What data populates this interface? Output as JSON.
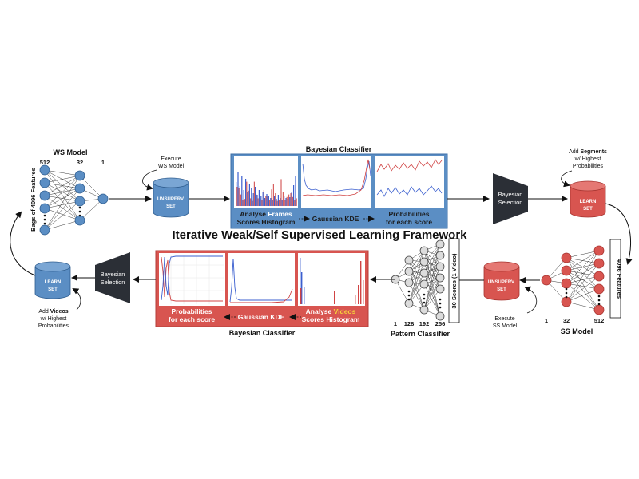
{
  "title": "Iterative Weak/Self Supervised Learning Framework",
  "ws_model": {
    "title": "WS Model",
    "layer_sizes": [
      "512",
      "32",
      "1"
    ],
    "side_label": "Bags of 4096 Features"
  },
  "execute_ws": {
    "line1": "Execute",
    "line2": "WS Model"
  },
  "unsup_top": {
    "line1": "UNSUPERV.",
    "line2": "SET"
  },
  "bayes_top": {
    "title": "Bayesian Classifier",
    "step1_pre": "Analyse ",
    "step1_hl": "Frames",
    "step1_line2": "Scores Histogram",
    "step2": "Gaussian KDE",
    "step3_line1": "Probabilities",
    "step3_line2": "for each score"
  },
  "selection_top": {
    "line1": "Bayesian",
    "line2": "Selection"
  },
  "add_segments": {
    "pre": "Add ",
    "bold": "Segments",
    "line2": "w/ Highest",
    "line3": "Probabilities"
  },
  "learn_right": {
    "line1": "LEARN",
    "line2": "SET"
  },
  "ss_model": {
    "title": "SS Model",
    "layer_sizes": [
      "1",
      "32",
      "512"
    ],
    "side_label": "4096 Features"
  },
  "execute_ss": {
    "line1": "Execute",
    "line2": "SS Model"
  },
  "unsup_bottom": {
    "line1": "UNSUPERV.",
    "line2": "SET"
  },
  "pattern": {
    "title": "Pattern Classifier",
    "layer_sizes": [
      "1",
      "128",
      "192",
      "256"
    ],
    "side_label": "30 Scores (1 Video)"
  },
  "bayes_bottom": {
    "title": "Bayesian Classifier",
    "step1_line1": "Probabilities",
    "step1_line2": "for each score",
    "step2": "Gaussian KDE",
    "step3_pre": "Analyse ",
    "step3_hl": "Videos",
    "step3_line2": "Scores Histogram"
  },
  "selection_bottom": {
    "line1": "Bayesian",
    "line2": "Selection"
  },
  "learn_left": {
    "line1": "LEARN",
    "line2": "SET"
  },
  "add_videos": {
    "pre": "Add ",
    "bold": "Videos",
    "line2": "w/ Highest",
    "line3": "Probabilities"
  },
  "colors": {
    "blue": "#5b8ec4",
    "blue_dark": "#3e6fa7",
    "red": "#d85550",
    "red_dark": "#b43d39",
    "funnel": "#2b2f36",
    "gray_node": "#dcdcdc",
    "frames_highlight": "#ffffff",
    "videos_highlight": "#f6d23a"
  }
}
